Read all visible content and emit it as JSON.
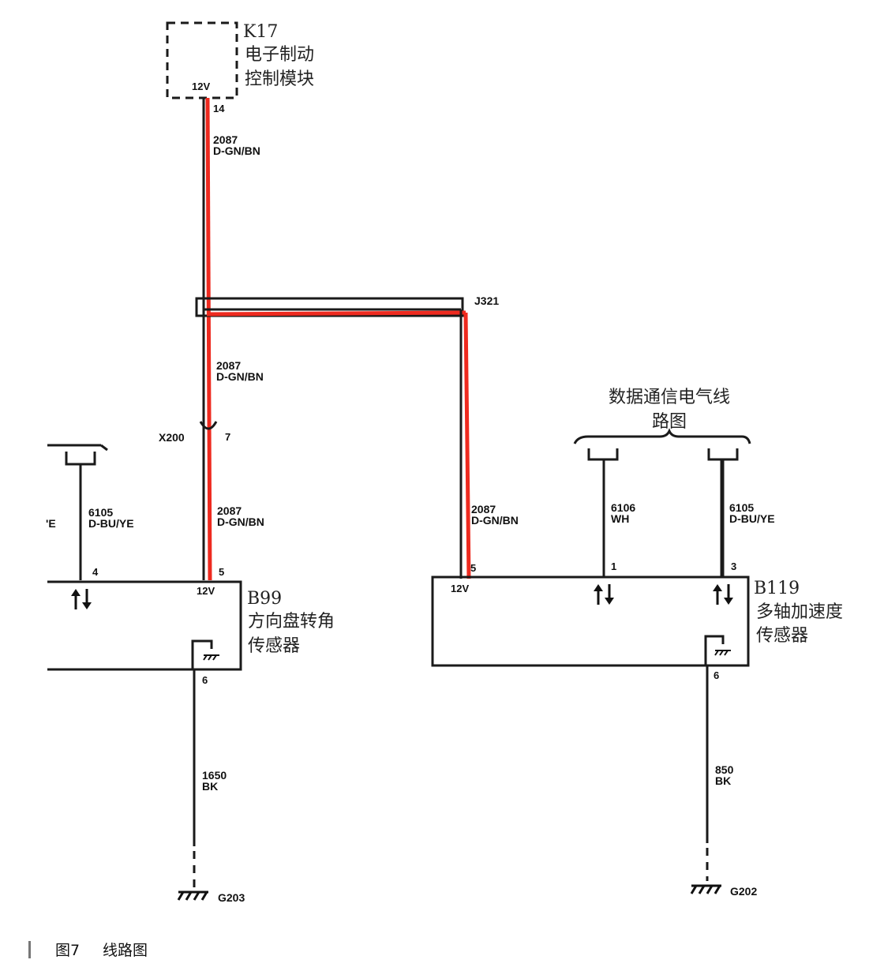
{
  "k17": {
    "id": "K17",
    "line1": "电子制动",
    "line2": "控制模块",
    "voltage": "12V",
    "pin": "14"
  },
  "top_wire": {
    "circuit": "2087",
    "color": "D-GN/BN"
  },
  "splice": {
    "id": "J321"
  },
  "mid_wire": {
    "circuit": "2087",
    "color": "D-GN/BN"
  },
  "x200": {
    "id": "X200",
    "pin": "7"
  },
  "b99_wire": {
    "circuit": "2087",
    "color": "D-GN/BN"
  },
  "left_data": {
    "circuit": "6105",
    "color": "D-BU/YE",
    "clipped_color": "'E"
  },
  "b99": {
    "id": "B99",
    "line1": "方向盘转角",
    "line2": "传感器",
    "voltage": "12V",
    "pin_data": "4",
    "pin_power": "5",
    "pin_ground": "6"
  },
  "b99_ground": {
    "circuit": "1650",
    "color": "BK",
    "ground_id": "G203"
  },
  "b119_wire": {
    "circuit": "2087",
    "color": "D-GN/BN"
  },
  "data_ref": {
    "line1": "数据通信电气线",
    "line2": "路图"
  },
  "wh_wire": {
    "circuit": "6106",
    "color": "WH"
  },
  "right_data": {
    "circuit": "6105",
    "color": "D-BU/YE"
  },
  "b119": {
    "id": "B119",
    "line1": "多轴加速度",
    "line2": "传感器",
    "voltage": "12V",
    "pin_power": "5",
    "pin_wh": "1",
    "pin_data": "3",
    "pin_ground": "6"
  },
  "b119_ground": {
    "circuit": "850",
    "color": "BK",
    "ground_id": "G202"
  },
  "caption": {
    "figure": "图7",
    "title": "线路图"
  },
  "colors": {
    "highlight_wire": "#ee2a1f",
    "wire": "#1a1a1a"
  }
}
